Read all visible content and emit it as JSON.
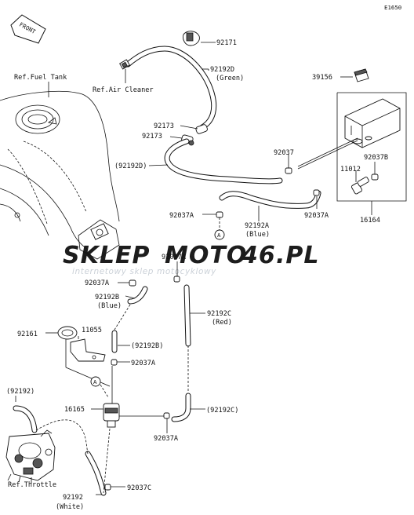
{
  "code": "E1650",
  "front_label": "FRONT",
  "watermark": {
    "part1": "SKLEP",
    "part2": "MOTO",
    "part3": "46",
    "part4": ".PL",
    "tagline": "internetowy sklep motocyklowy",
    "color_grey": "#c3c9d0",
    "color_red": "#e7a8a4"
  },
  "labels": {
    "ref_fuel_tank": "Ref.Fuel Tank",
    "ref_air_cleaner": "Ref.Air Cleaner",
    "ref_throttle": "Ref.Throttle",
    "p92171": "92171",
    "p92192d": "92192D",
    "green": "(Green)",
    "p39156": "39156",
    "p92173_a": "92173",
    "p92173_b": "92173",
    "p92192d_paren": "(92192D)",
    "p92037_top": "92037",
    "p92037b_right": "92037B",
    "p11012": "11012",
    "p16164": "16164",
    "p92037a_1": "92037A",
    "p92192a": "92192A",
    "blue_a": "(Blue)",
    "p92037a_2": "92037A",
    "circle_a1": "A",
    "p92037a_3": "92037A",
    "p92037a_4": "92037A",
    "p92192b": "92192B",
    "blue_b": "(Blue)",
    "p92192c": "92192C",
    "red": "(Red)",
    "p92161": "92161",
    "p11055": "11055",
    "p92192b_paren": "(92192B)",
    "p92037a_5": "92037A",
    "circle_a2": "A",
    "p92192_paren": "(92192)",
    "p16165": "16165",
    "p92192c_paren": "(92192C)",
    "p92037a_6": "92037A",
    "p92037c": "92037C",
    "p92192": "92192",
    "white": "(White)"
  }
}
